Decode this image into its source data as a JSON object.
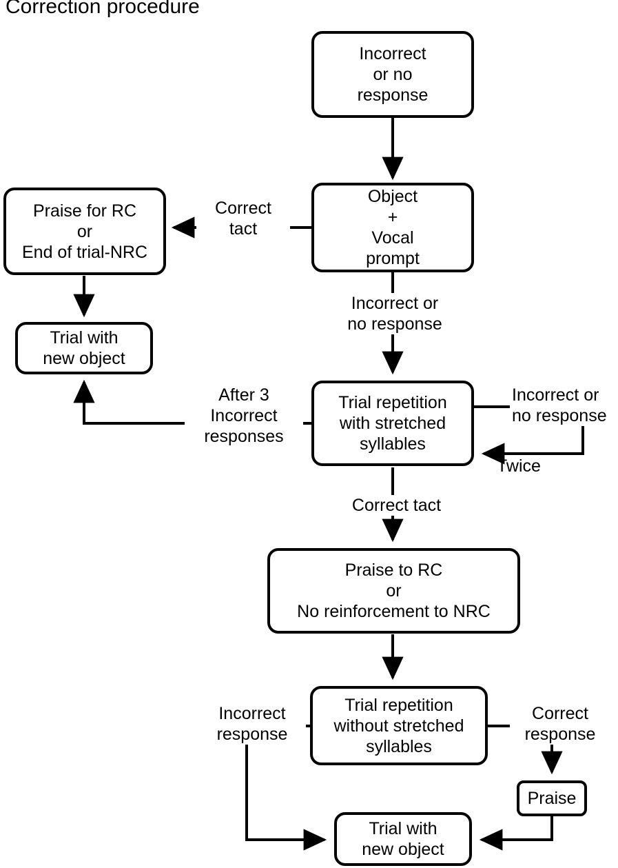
{
  "title": "Correction procedure",
  "diagram": {
    "type": "flowchart",
    "nodes": [
      {
        "id": "incorrect-or-no-response",
        "label": "Incorrect\nor no\nresponse"
      },
      {
        "id": "praise-for-rc",
        "label": "Praise for RC\nor\nEnd of trial-NRC"
      },
      {
        "id": "object-vocal-prompt",
        "label": "Object\n+\nVocal\nprompt"
      },
      {
        "id": "trial-with-new-object-top",
        "label": "Trial with\nnew object"
      },
      {
        "id": "trial-repetition-stretched",
        "label": "Trial repetition\nwith  stretched\nsyllables"
      },
      {
        "id": "praise-to-rc",
        "label": "Praise to RC\nor\nNo reinforcement to NRC"
      },
      {
        "id": "trial-repetition-without-stretched",
        "label": "Trial repetition\nwithout  stretched\nsyllables"
      },
      {
        "id": "praise",
        "label": "Praise"
      },
      {
        "id": "trial-with-new-object-bottom",
        "label": "Trial with\nnew object"
      }
    ],
    "edges": [
      {
        "id": "e1",
        "from": "incorrect-or-no-response",
        "to": "object-vocal-prompt",
        "label": ""
      },
      {
        "id": "e2",
        "from": "object-vocal-prompt",
        "to": "praise-for-rc",
        "label": "Correct\ntact"
      },
      {
        "id": "e3",
        "from": "praise-for-rc",
        "to": "trial-with-new-object-top",
        "label": ""
      },
      {
        "id": "e4",
        "from": "object-vocal-prompt",
        "to": "trial-repetition-stretched",
        "label": "Incorrect or\nno response"
      },
      {
        "id": "e5",
        "from": "trial-repetition-stretched",
        "to": "trial-with-new-object-top",
        "label": "After 3\nIncorrect\nresponses"
      },
      {
        "id": "e6",
        "from": "trial-repetition-stretched",
        "to": "trial-repetition-stretched",
        "label": "Incorrect or\nno response"
      },
      {
        "id": "e7",
        "from": "trial-repetition-stretched",
        "to": "trial-repetition-stretched",
        "label": "Twice"
      },
      {
        "id": "e8",
        "from": "trial-repetition-stretched",
        "to": "praise-to-rc",
        "label": "Correct tact"
      },
      {
        "id": "e9",
        "from": "praise-to-rc",
        "to": "trial-repetition-without-stretched",
        "label": ""
      },
      {
        "id": "e10",
        "from": "trial-repetition-without-stretched",
        "to": "trial-with-new-object-bottom",
        "label": "Incorrect\nresponse"
      },
      {
        "id": "e11",
        "from": "trial-repetition-without-stretched",
        "to": "praise",
        "label": "Correct\nresponse"
      },
      {
        "id": "e12",
        "from": "praise",
        "to": "trial-with-new-object-bottom",
        "label": ""
      }
    ],
    "colors": {
      "stroke": "#000000",
      "fill": "#ffffff",
      "text": "#000000"
    }
  }
}
